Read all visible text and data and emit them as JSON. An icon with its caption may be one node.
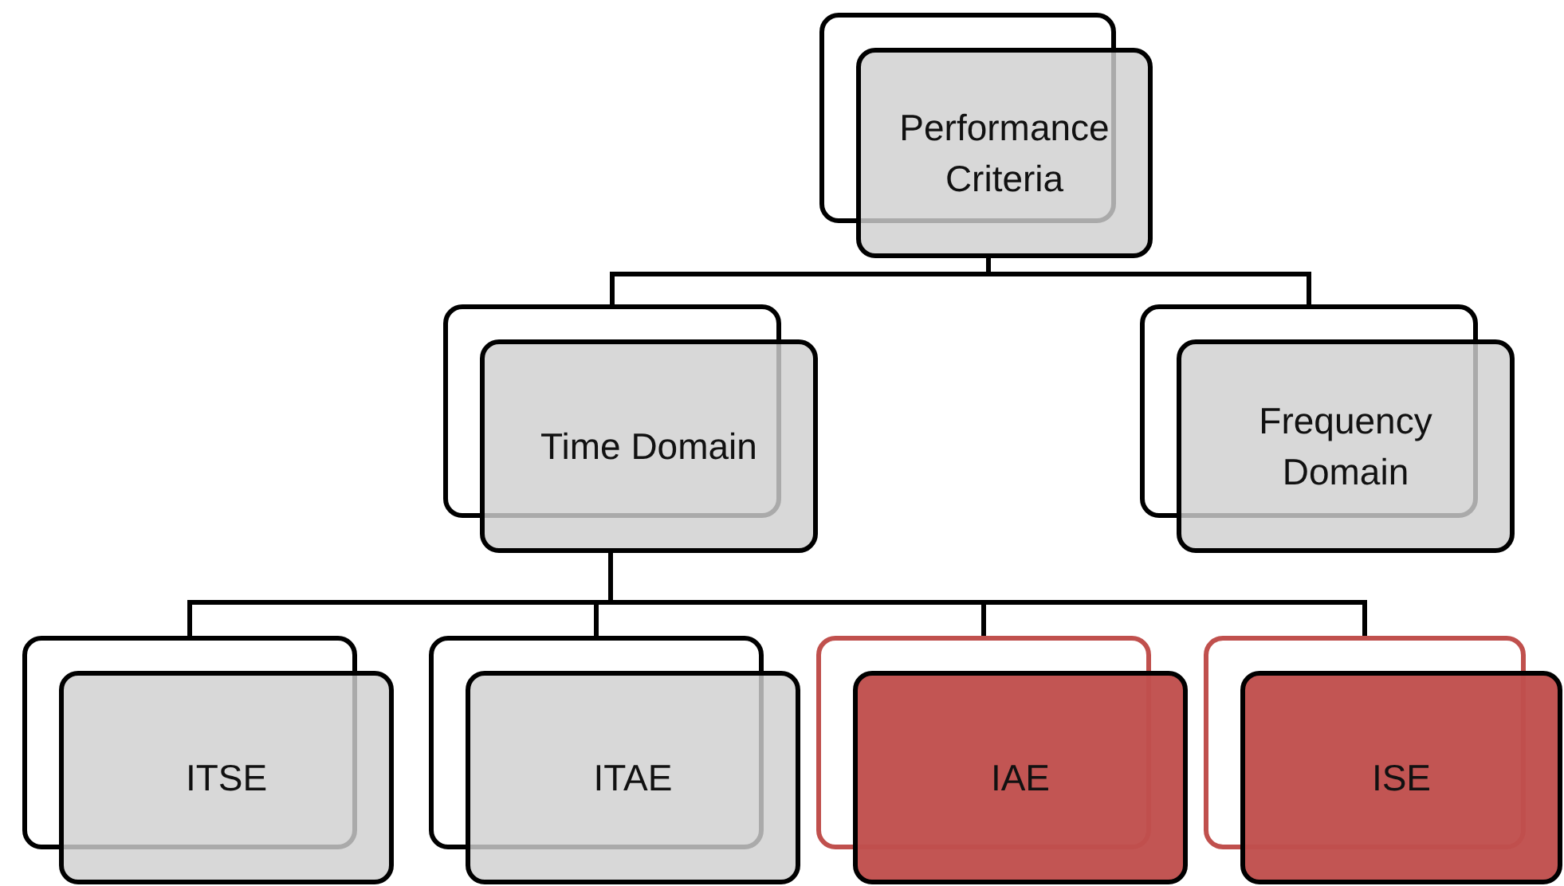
{
  "diagram": {
    "nodes": [
      {
        "text": [
          "Performance Criteria"
        ]
      },
      {
        "text": [
          "Time Domain"
        ]
      },
      {
        "text": [
          "Frequency Domain"
        ]
      },
      {
        "text": [
          "ITSE"
        ]
      },
      {
        "text": [
          "ITAE"
        ]
      },
      {
        "text": [
          "IAE"
        ]
      },
      {
        "text": [
          "ISE"
        ]
      }
    ],
    "edges": [
      {
        "from": 0,
        "to": 1,
        "arrow": "none"
      },
      {
        "from": 0,
        "to": 2,
        "arrow": "none"
      },
      {
        "from": 1,
        "to": 3,
        "arrow": "none"
      },
      {
        "from": 1,
        "to": 4,
        "arrow": "none"
      },
      {
        "from": 1,
        "to": 5,
        "arrow": "none"
      },
      {
        "from": 1,
        "to": 6,
        "arrow": "none"
      }
    ]
  }
}
